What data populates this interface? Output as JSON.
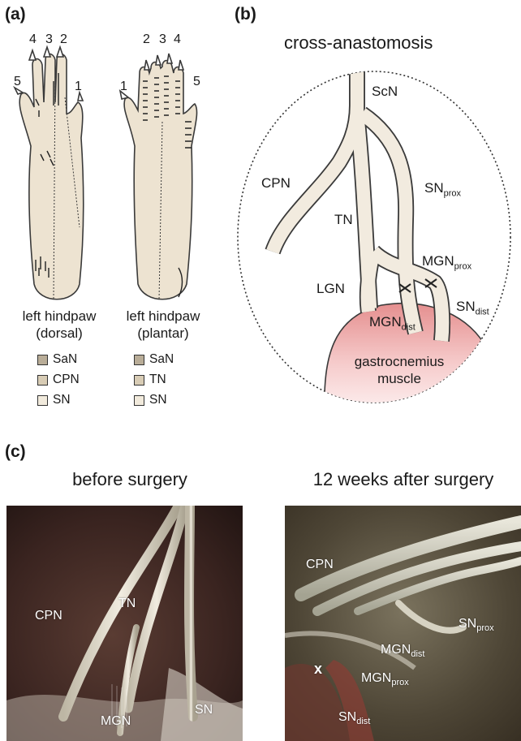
{
  "panel_a": {
    "letter": "(a)",
    "dorsal": {
      "digits": [
        "4",
        "3",
        "2",
        "5",
        "1"
      ],
      "caption_line1": "left hindpaw",
      "caption_line2": "(dorsal)",
      "legend": [
        {
          "label": "SaN",
          "swatch": "dark-shade"
        },
        {
          "label": "CPN",
          "swatch": "mid-shade"
        },
        {
          "label": "SN",
          "swatch": "light-shade"
        }
      ]
    },
    "plantar": {
      "digits": [
        "2",
        "3",
        "4",
        "1",
        "5"
      ],
      "caption_line1": "left hindpaw",
      "caption_line2": "(plantar)",
      "legend": [
        {
          "label": "SaN",
          "swatch": "dark-shade"
        },
        {
          "label": "TN",
          "swatch": "mid-shade"
        },
        {
          "label": "SN",
          "swatch": "light-shade"
        }
      ]
    }
  },
  "panel_b": {
    "letter": "(b)",
    "title": "cross-anastomosis",
    "labels": {
      "scn": "ScN",
      "cpn": "CPN",
      "tn": "TN",
      "sn_prox_main": "SN",
      "sn_prox_sub": "prox",
      "mgn_prox_main": "MGN",
      "mgn_prox_sub": "prox",
      "lgn": "LGN",
      "sn_dist_main": "SN",
      "sn_dist_sub": "dist",
      "mgn_dist_main": "MGN",
      "mgn_dist_sub": "dist",
      "muscle_line1": "gastrocnemius",
      "muscle_line2": "muscle"
    }
  },
  "panel_c": {
    "letter": "(c)",
    "before": {
      "title": "before surgery",
      "labels": {
        "cpn": "CPN",
        "tn": "TN",
        "mgn": "MGN",
        "sn": "SN"
      }
    },
    "after": {
      "title": "12 weeks after surgery",
      "labels": {
        "cpn": "CPN",
        "sn_prox_main": "SN",
        "sn_prox_sub": "prox",
        "mgn_dist_main": "MGN",
        "mgn_dist_sub": "dist",
        "mgn_prox_main": "MGN",
        "mgn_prox_sub": "prox",
        "x_mark": "x",
        "sn_dist_main": "SN",
        "sn_dist_sub": "dist"
      }
    }
  },
  "colors": {
    "nerve_fill": "#f2ebdf",
    "paw_fill": "#ede3d1",
    "outline": "#3a3a3a",
    "muscle_top": "#e89898",
    "muscle_bottom": "#fbe6e6"
  }
}
